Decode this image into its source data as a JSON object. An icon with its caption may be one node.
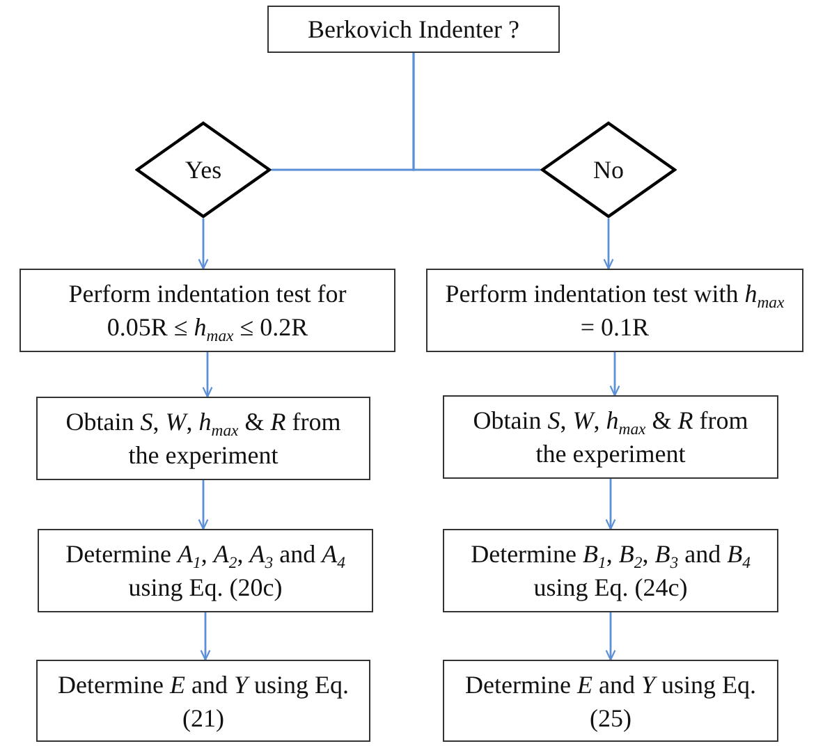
{
  "diagram": {
    "nodes": [
      {
        "text": [
          "Berkovich Indenter ?"
        ]
      },
      {
        "text": [
          "Yes"
        ]
      },
      {
        "text": [
          "No"
        ]
      },
      {
        "text": [
          "Perform indentation test for 0.05R ≤ *h*$_{max}$ ≤ 0.2R"
        ]
      },
      {
        "text": [
          "Perform indentation test with *h*$_{max}$ = 0.1R"
        ]
      },
      {
        "text": [
          "Obtain *S*, *W*, *h*$_{max}$ & *R* from the experiment"
        ]
      },
      {
        "text": [
          "Obtain *S*, *W*, *h*$_{max}$ & *R* from the experiment"
        ]
      },
      {
        "text": [
          "Determine *A*$_{1}$, *A*$_{2}$, *A*$_{3}$ and *A*$_{4}$ using Eq. (20c)"
        ]
      },
      {
        "text": [
          "Determine *B*$_{1}$, *B*$_{2}$, *B*$_{3}$ and *B*$_{4}$ using Eq. (24c)"
        ]
      },
      {
        "text": [
          "Determine *E* and *Y* using Eq. (21)"
        ]
      },
      {
        "text": [
          "Determine *E* and *Y* using Eq. (25)"
        ]
      }
    ],
    "edges": [
      {
        "from": 0,
        "to": 1,
        "arrow": "none"
      },
      {
        "from": 0,
        "to": 2,
        "arrow": "none"
      },
      {
        "from": 1,
        "to": 3,
        "arrow": "to"
      },
      {
        "from": 2,
        "to": 4,
        "arrow": "to"
      },
      {
        "from": 3,
        "to": 5,
        "arrow": "to"
      },
      {
        "from": 4,
        "to": 6,
        "arrow": "to"
      },
      {
        "from": 5,
        "to": 7,
        "arrow": "to"
      },
      {
        "from": 6,
        "to": 8,
        "arrow": "to"
      },
      {
        "from": 7,
        "to": 9,
        "arrow": "to"
      },
      {
        "from": 8,
        "to": 10,
        "arrow": "to"
      }
    ]
  }
}
